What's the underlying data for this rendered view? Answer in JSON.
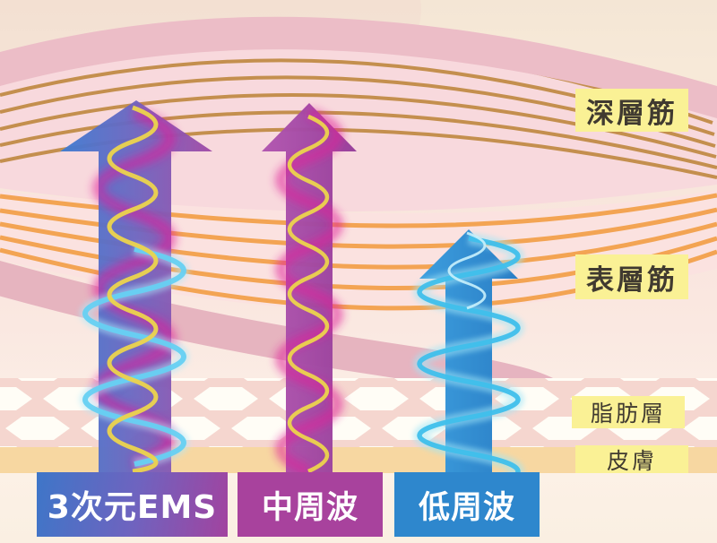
{
  "diagram": {
    "layer_labels": {
      "deep_muscle": "深層筋",
      "surface_muscle": "表層筋",
      "fat": "脂肪層",
      "skin": "皮膚"
    },
    "methods": [
      {
        "label": "3次元EMS",
        "reaches": "深層筋",
        "colors": [
          "#3e7cd2",
          "#a24aa6"
        ]
      },
      {
        "label": "中周波",
        "reaches": "深層筋",
        "colors": [
          "#a8429d"
        ]
      },
      {
        "label": "低周波",
        "reaches": "表層筋",
        "colors": [
          "#2e87cd"
        ]
      }
    ],
    "colors": {
      "label_background": "#faf195",
      "skin_band": "#f7d7a1",
      "deep_muscle_fiber": "#c48f4e",
      "surface_muscle_fiber": "#f3a453",
      "deep_muscle_band": "#ecbdc7",
      "surface_muscle_band": "#e3aebb"
    }
  }
}
